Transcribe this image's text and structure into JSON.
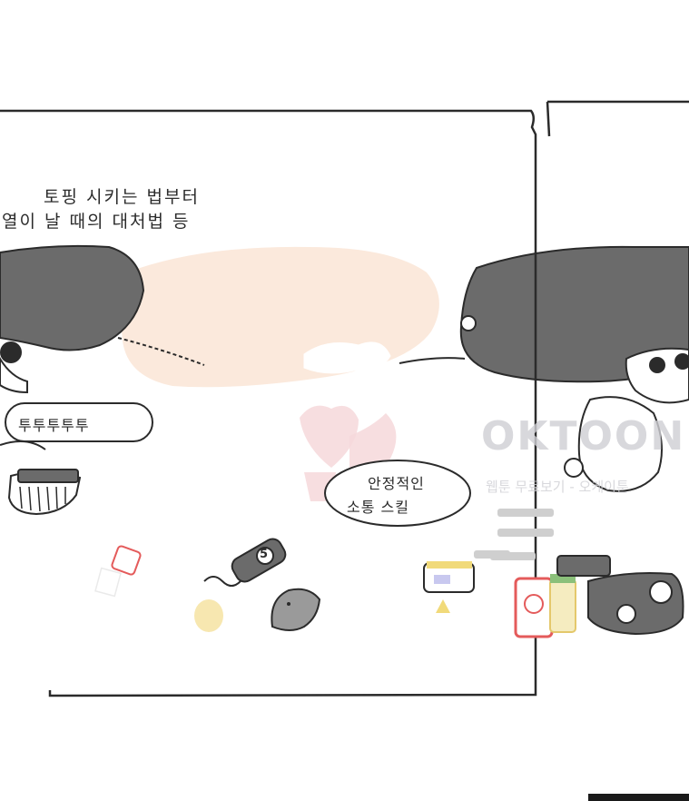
{
  "caption": {
    "line1": "토핑 시키는 법부터",
    "line2": "열이 날 때의 대처법 등"
  },
  "speech_left": "투투투투투",
  "speech_right": {
    "line1": "안정적인",
    "line2": "소통 스킬"
  },
  "button_label": "5",
  "watermark": {
    "logo": "OKTOON",
    "subtitle": "웹툰 무료보기 - 오케이툰"
  },
  "colors": {
    "ink": "#2b2b2b",
    "hair": "#6b6b6b",
    "blush": "#fbe9dc",
    "accent_red": "#e45b5b",
    "watermark": "#cfcfd4"
  }
}
